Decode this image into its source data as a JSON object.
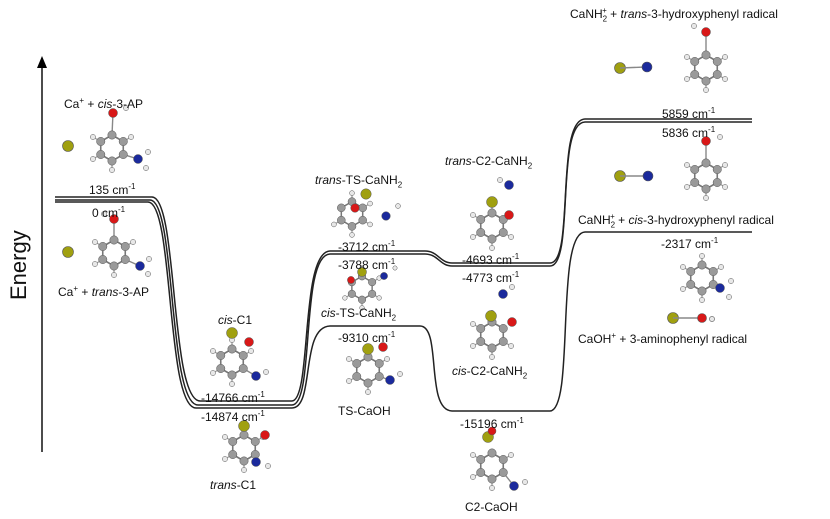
{
  "axis": {
    "ylabel": "Energy"
  },
  "reactants": {
    "cis": {
      "prefix": "Ca",
      "sup": "+",
      "mid": " + ",
      "italic": "cis",
      "rest": "-3-AP",
      "energy": "135 cm",
      "unit_sup": "-1"
    },
    "trans": {
      "prefix": "Ca",
      "sup": "+",
      "mid": " + ",
      "italic": "trans",
      "rest": "-3-AP",
      "energy": "0 cm",
      "unit_sup": "-1"
    }
  },
  "c1": {
    "cis": {
      "italic": "cis",
      "rest": "-C1",
      "energy": "-14766 cm",
      "unit_sup": "-1"
    },
    "trans": {
      "italic": "trans",
      "rest": "-C1",
      "energy": "-14874 cm",
      "unit_sup": "-1"
    }
  },
  "ts": {
    "trans": {
      "italic": "trans",
      "rest": "-TS-CaNH",
      "sub": "2",
      "energy": "-3712 cm",
      "unit_sup": "-1"
    },
    "cis": {
      "italic": "cis",
      "rest": "-TS-CaNH",
      "sub": "2",
      "energy": "-3788 cm",
      "unit_sup": "-1"
    },
    "caoh": {
      "label": "TS-CaOH",
      "energy": "-9310 cm",
      "unit_sup": "-1"
    }
  },
  "c2": {
    "trans": {
      "italic": "trans",
      "rest": "-C2-CaNH",
      "sub": "2",
      "energy": "-4693 cm",
      "unit_sup": "-1"
    },
    "cis": {
      "italic": "cis",
      "rest": "-C2-CaNH",
      "sub": "2",
      "energy": "-4773 cm",
      "unit_sup": "-1"
    },
    "caoh": {
      "label": "C2-CaOH",
      "energy": "-15196 cm",
      "unit_sup": "-1"
    }
  },
  "products": {
    "trans": {
      "prefix": "CaNH",
      "sub": "2",
      "sup": "+",
      "mid": " + ",
      "italic": "trans",
      "rest": "-3-hydroxyphenyl radical",
      "energy": "5859 cm",
      "unit_sup": "-1"
    },
    "cis": {
      "prefix": "CaNH",
      "sub": "2",
      "sup": "+",
      "mid": " + ",
      "italic": "cis",
      "rest": "-3-hydroxyphenyl radical",
      "energy": "5836 cm",
      "unit_sup": "-1"
    },
    "caoh": {
      "prefix": "CaOH",
      "sup": "+",
      "rest": " + 3-aminophenyl radical",
      "energy": "-2317 cm",
      "unit_sup": "-1"
    }
  },
  "colors": {
    "carbon": "#9a9a9a",
    "hydrogen": "#e8e8e8",
    "oxygen": "#d81818",
    "nitrogen": "#1b2a9c",
    "calcium": "#a0a010",
    "line": "#222222"
  }
}
